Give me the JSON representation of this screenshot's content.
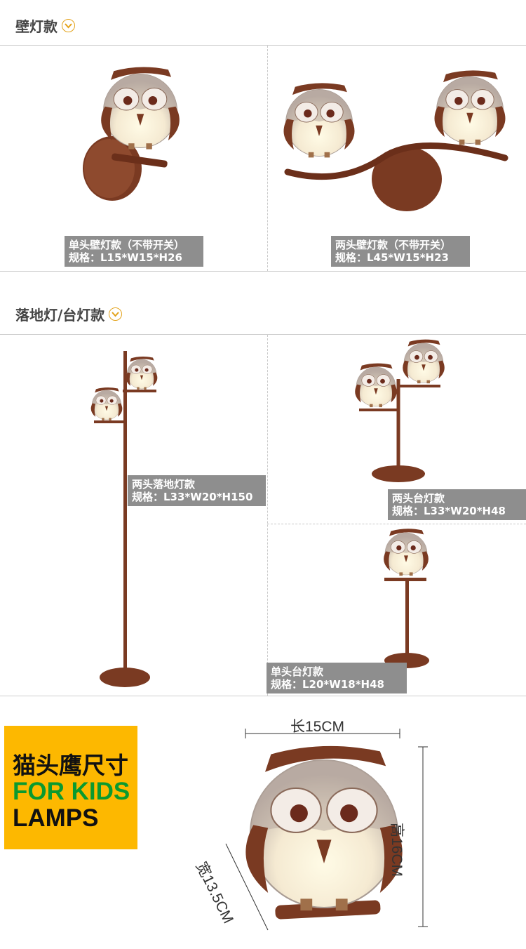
{
  "sections": {
    "wall": {
      "title": "壁灯款"
    },
    "floor": {
      "title": "落地灯/台灯款"
    }
  },
  "products": {
    "wall_single": {
      "name": "单头壁灯款（不带开关）",
      "spec": "规格：L15*W15*H26"
    },
    "wall_double": {
      "name": "两头壁灯款（不带开关）",
      "spec": "规格：L45*W15*H23"
    },
    "floor_double": {
      "name": "两头落地灯款",
      "spec": "规格：L33*W20*H150"
    },
    "table_double": {
      "name": "两头台灯款",
      "spec": "规格：L33*W20*H48"
    },
    "table_single": {
      "name": "单头台灯款",
      "spec": "规格：L20*W18*H48"
    }
  },
  "size_banner": {
    "line1": "猫头鹰尺寸",
    "line2": "FOR KIDS",
    "line3": "LAMPS"
  },
  "dimensions": {
    "length": "长15CM",
    "height": "高16CM",
    "width": "宽13.5CM"
  },
  "colors": {
    "accent": "#fdb800",
    "green": "#0a9a2f",
    "label_bg": "#8e8e8e",
    "lamp_brown": "#7a3a22"
  }
}
